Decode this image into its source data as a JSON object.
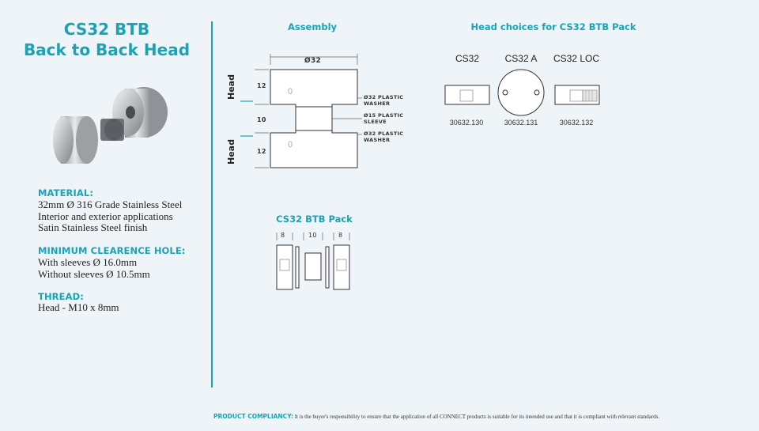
{
  "title": {
    "line1": "CS32 BTB",
    "line2": "Back to Back Head"
  },
  "material": {
    "heading": "MATERIAL:",
    "lines": [
      "32mm Ø 316 Grade Stainless Steel",
      "Interior and exterior applications",
      "Satin Stainless Steel finish"
    ]
  },
  "clearance": {
    "heading": "MINIMUM CLEARENCE HOLE:",
    "lines": [
      "With sleeves Ø 16.0mm",
      "Without sleeves Ø 10.5mm"
    ]
  },
  "thread": {
    "heading": "THREAD:",
    "lines": [
      "Head - M10 x 8mm"
    ]
  },
  "assembly": {
    "title": "Assembly",
    "diameter": "Ø32",
    "dim_top": "12",
    "dim_mid": "10",
    "dim_bottom": "12",
    "head_top": "Head",
    "head_bottom": "Head",
    "washer_top": [
      "Ø32 PLASTIC",
      "WASHER"
    ],
    "sleeve": [
      "Ø15 PLASTIC",
      "SLEEVE"
    ],
    "washer_bottom": [
      "Ø32 PLASTIC",
      "WASHER"
    ],
    "mark_top": "0",
    "mark_bottom": "0"
  },
  "pack": {
    "title": "CS32 BTB Pack",
    "dims": [
      "8",
      "10",
      "8"
    ]
  },
  "choices": {
    "title": "Head choices for CS32 BTB Pack",
    "items": [
      {
        "name": "CS32",
        "code": "30632.130"
      },
      {
        "name": "CS32 A",
        "code": "30632.131"
      },
      {
        "name": "CS32 LOC",
        "code": "30632.132"
      }
    ]
  },
  "footer": {
    "label": "PRODUCT COMPLIANCY:",
    "text": "It is the buyer's responsibility to ensure that the application of all CONNECT products is suitable for its intended use and that it is compliant with relevant standards."
  },
  "colors": {
    "accent": "#1aa3b5",
    "background": "#eef4f8"
  }
}
